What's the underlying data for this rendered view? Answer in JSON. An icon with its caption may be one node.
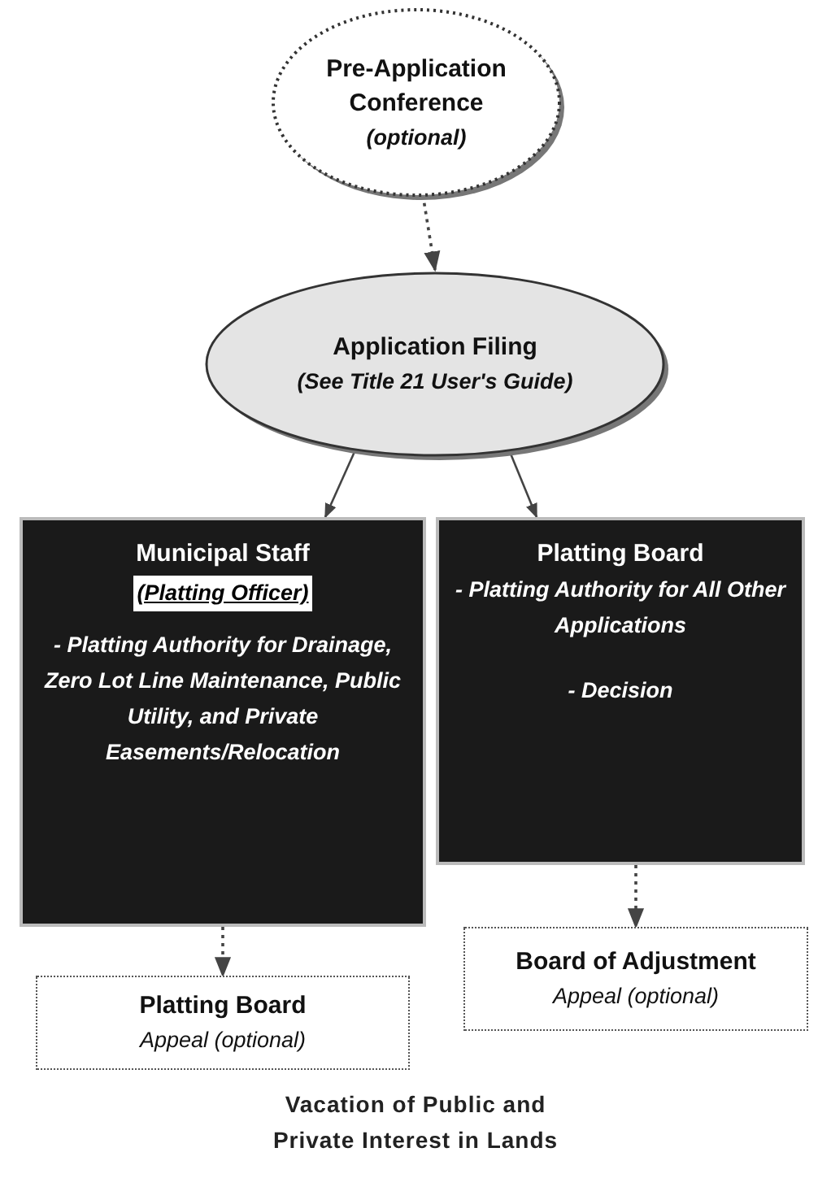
{
  "diagram": {
    "caption": "Vacation of Public and Private Interest in Lands",
    "nodes": [
      {
        "text": [
          "Pre-Application Conference",
          "(optional)"
        ]
      },
      {
        "text": [
          "Application Filing",
          "(See Title 21 User's Guide)"
        ]
      },
      {
        "text": [
          "Municipal Staff",
          "(Platting Officer)",
          "- Platting Authority for Drainage, Zero Lot Line Maintenance, Public Utility, and Private Easements/Relocation"
        ]
      },
      {
        "text": [
          "Platting Board",
          "- Platting Authority for All Other Applications",
          "- Decision"
        ]
      },
      {
        "text": [
          "Platting Board",
          "Appeal (optional)"
        ]
      },
      {
        "text": [
          "Board of Adjustment",
          "Appeal (optional)"
        ]
      }
    ],
    "edges": [
      {
        "from": 0,
        "to": 1,
        "arrow": "to",
        "style": "dashed"
      },
      {
        "from": 1,
        "to": 2,
        "arrow": "to"
      },
      {
        "from": 1,
        "to": 3,
        "arrow": "to"
      },
      {
        "from": 2,
        "to": 4,
        "arrow": "to",
        "style": "dashed"
      },
      {
        "from": 3,
        "to": 5,
        "arrow": "to",
        "style": "dashed"
      }
    ]
  }
}
